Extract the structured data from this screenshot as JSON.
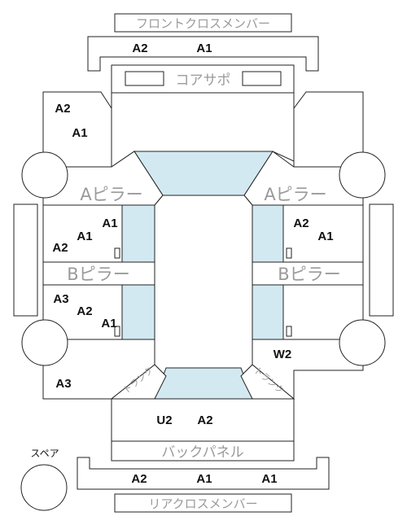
{
  "labels": {
    "front_cross_member": "フロントクロスメンバー",
    "core_support": "コアサポ",
    "a_pillar_left": "Aピラー",
    "a_pillar_right": "Aピラー",
    "b_pillar_left": "Bピラー",
    "b_pillar_right": "Bピラー",
    "back_panel": "バックパネル",
    "rear_cross_member": "リアクロスメンバー",
    "spare": "スペア",
    "trunk_left": "トランク",
    "trunk_right": "トランク"
  },
  "damage": {
    "front_member": [
      "A2",
      "A1"
    ],
    "left_fender": [
      "A2",
      "A1"
    ],
    "left_front_door": [
      "A1",
      "A1",
      "A2"
    ],
    "left_rear_door": [
      "A3",
      "A2",
      "A1"
    ],
    "left_quarter": "A3",
    "right_front_door": [
      "A2",
      "A1"
    ],
    "right_quarter": "W2",
    "trunk_area": [
      "U2",
      "A2"
    ],
    "rear_member": [
      "A2",
      "A1",
      "A1"
    ]
  },
  "colors": {
    "glass": "#d3e9f1",
    "outline": "#222222",
    "label_gray": "#9a9a9a",
    "damage_text": "#111111"
  }
}
